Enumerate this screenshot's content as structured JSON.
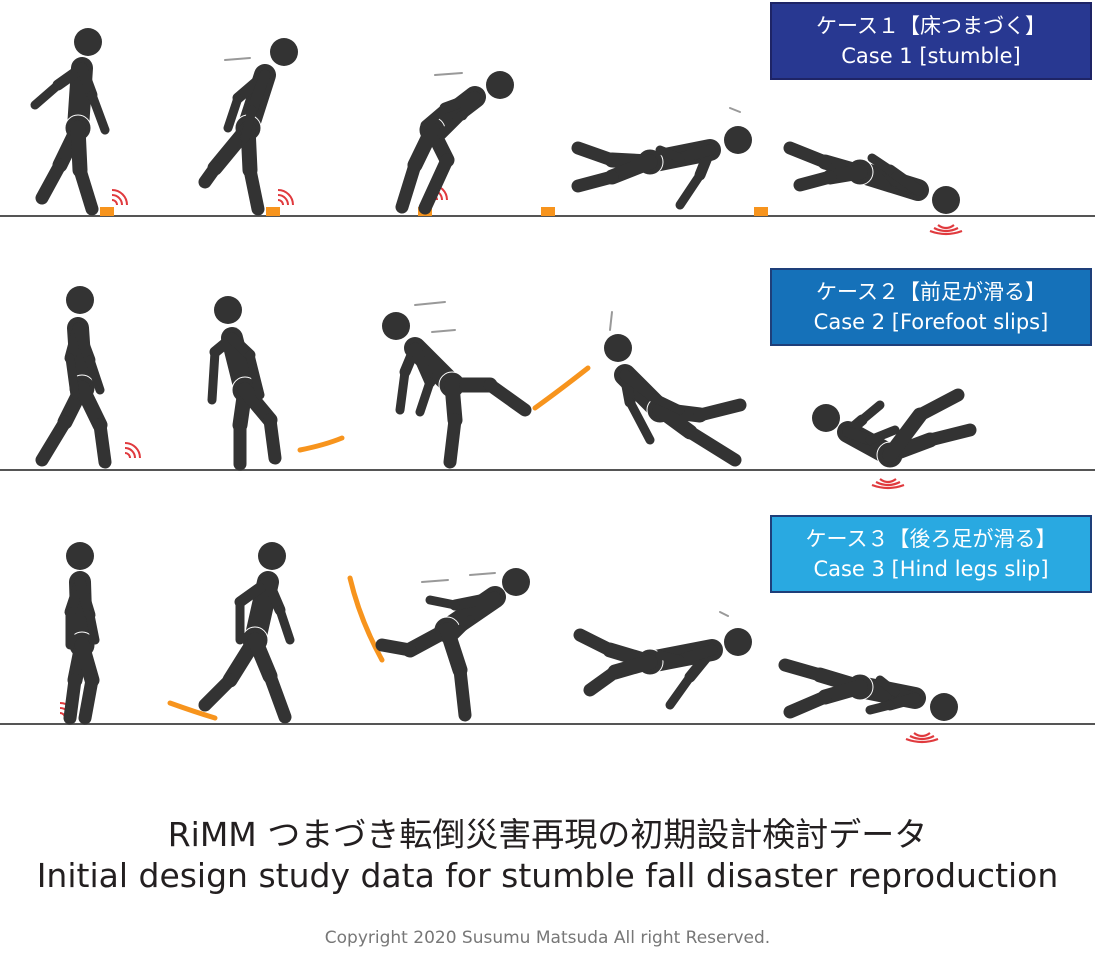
{
  "cases": [
    {
      "label_jp": "ケース１【床つまづく】",
      "label_en": "Case 1 [stumble]",
      "color": "#283891"
    },
    {
      "label_jp": "ケース２【前足が滑る】",
      "label_en": "Case 2 [Forefoot slips]",
      "color": "#1571b9"
    },
    {
      "label_jp": "ケース３【後ろ足が滑る】",
      "label_en": "Case 3 [Hind legs slip]",
      "color": "#29a9e1"
    }
  ],
  "title": {
    "jp": "RiMM つまづき転倒災害再現の初期設計検討データ",
    "en": "Initial design study data for stumble fall disaster reproduction"
  },
  "copyright": "Copyright 2020 Susumu Matsuda All right Reserved."
}
